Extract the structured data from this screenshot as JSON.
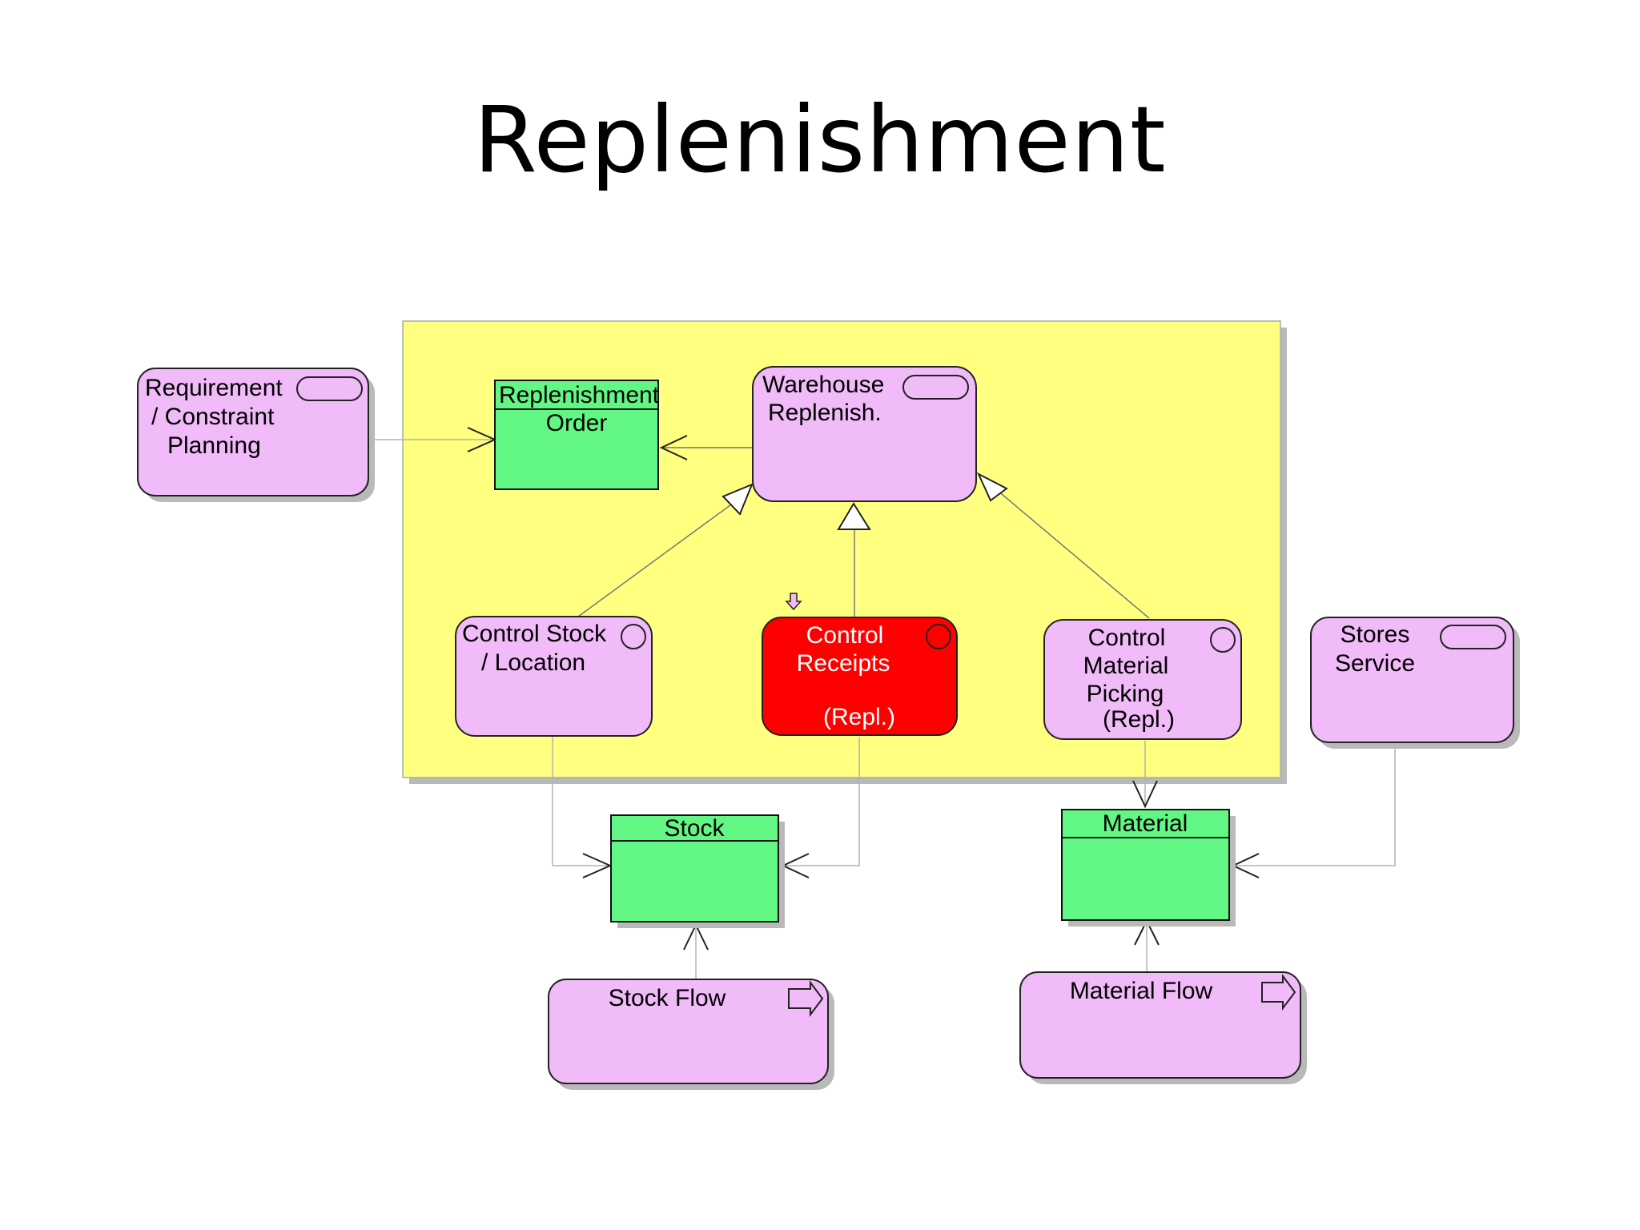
{
  "title": "Replenishment",
  "nodes": {
    "requirement": {
      "lines": [
        "Requirement",
        "/ Constraint",
        "Planning"
      ]
    },
    "replenishment_order": {
      "lines": [
        "Replenishment",
        "Order"
      ]
    },
    "warehouse": {
      "lines": [
        "Warehouse",
        "Replenish."
      ]
    },
    "control_stock": {
      "lines": [
        "Control Stock",
        "/ Location"
      ]
    },
    "control_receipts": {
      "lines": [
        "Control",
        "Receipts",
        "(Repl.)"
      ]
    },
    "control_material": {
      "lines": [
        "Control",
        "Material",
        "Picking",
        "(Repl.)"
      ]
    },
    "stores_service": {
      "lines": [
        "Stores",
        "Service"
      ]
    },
    "stock": {
      "label": "Stock"
    },
    "material": {
      "label": "Material"
    },
    "stock_flow": {
      "label": "Stock Flow"
    },
    "material_flow": {
      "label": "Material Flow"
    }
  },
  "colors": {
    "boundary": "#ffff80",
    "process": "#f1baf8",
    "object": "#62f784",
    "highlight": "#ff0000"
  },
  "icons": {
    "service": "rounded-capsule-icon",
    "function": "circle-icon",
    "event": "right-arrow-icon",
    "marker": "down-arrow-icon"
  }
}
